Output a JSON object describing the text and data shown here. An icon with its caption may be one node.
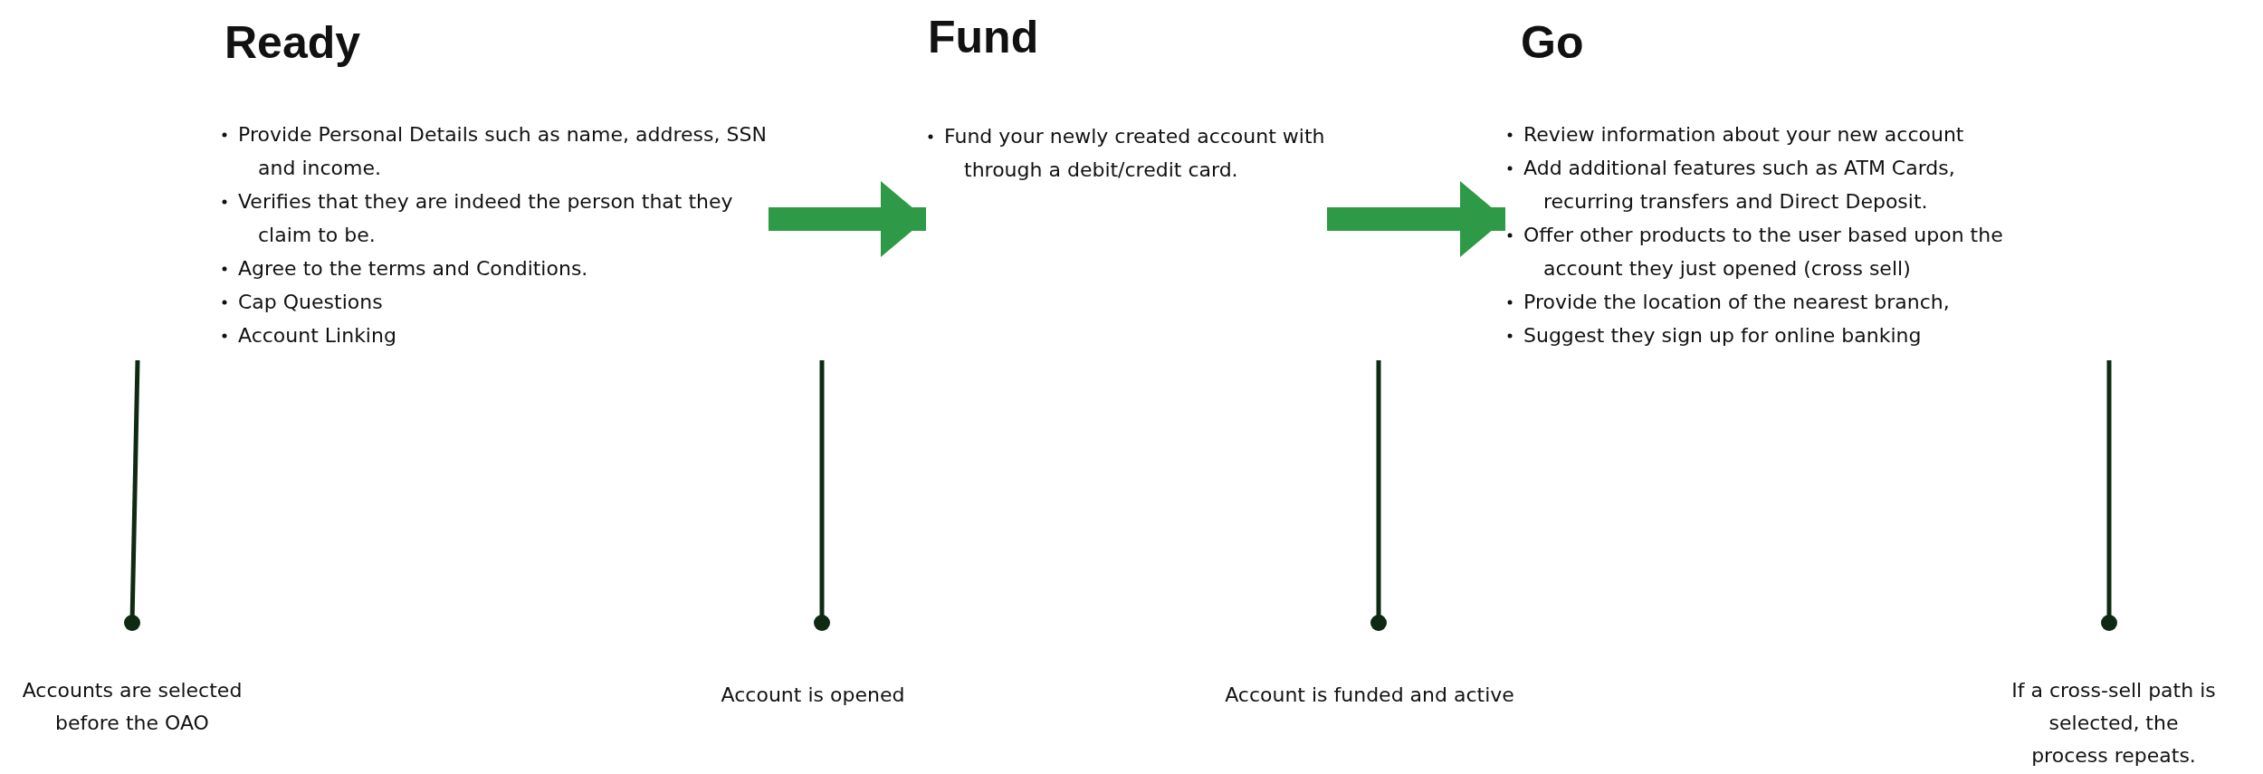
{
  "diagram": {
    "nodes": [
      {
        "text": [
          "Ready",
          "Provide Personal Details such as name, address, SSN and income.",
          "Verifies that they are indeed the person that they claim to be.",
          "Agree to the terms and Conditions.",
          "Cap Questions",
          "Account Linking"
        ]
      },
      {
        "text": [
          "Fund",
          "Fund your newly created account with through a debit/credit card."
        ]
      },
      {
        "text": [
          "Go",
          "Review information about your new account",
          "Add additional features such as ATM Cards, recurring transfers and Direct Deposit.",
          "Offer other products to the user based upon the account they just opened (cross sell)",
          "Provide the location of the nearest branch,",
          "Suggest they sign up for online banking"
        ]
      }
    ],
    "edges": [
      {
        "from": 0,
        "to": 1,
        "arrow": "to"
      },
      {
        "from": 1,
        "to": 2,
        "arrow": "to"
      }
    ],
    "labels": [
      "Accounts are selected before the OAO",
      "Account is opened",
      "Account is funded and active",
      "If a cross-sell path is selected, the process repeats."
    ]
  }
}
